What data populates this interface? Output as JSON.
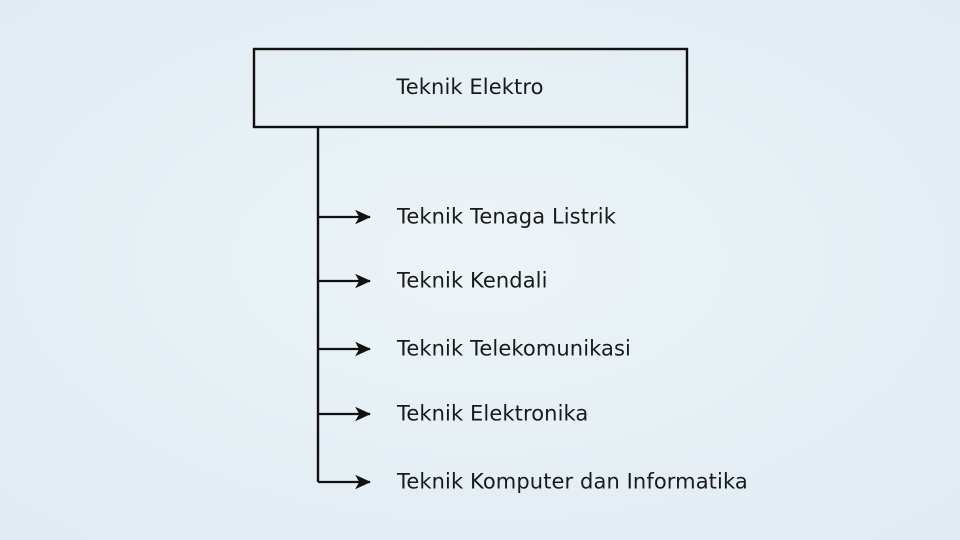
{
  "diagram": {
    "type": "tree",
    "orientation": "vertical-trunk-with-right-arrows",
    "background_color": "#e3edf4",
    "line_color": "#111111",
    "text_color": "#1a1a1a",
    "root": {
      "label": "Teknik Elektro",
      "shape": "rectangle",
      "border_color": "#111111",
      "fill": "transparent"
    },
    "children": [
      {
        "label": "Teknik Tenaga Listrik"
      },
      {
        "label": "Teknik Kendali"
      },
      {
        "label": "Teknik Telekomunikasi"
      },
      {
        "label": "Teknik Elektronika"
      },
      {
        "label": "Teknik Komputer dan Informatika"
      }
    ]
  }
}
